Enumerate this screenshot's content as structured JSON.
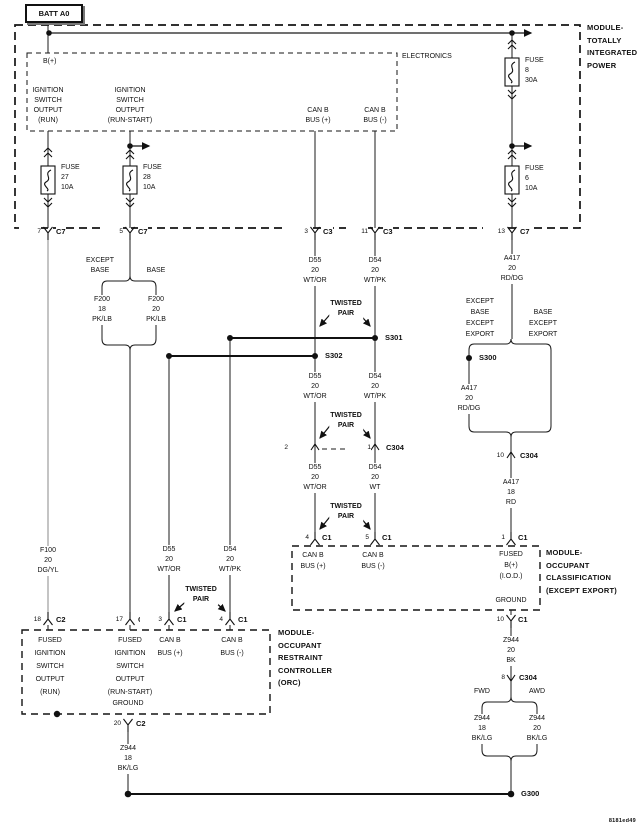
{
  "diagram": {
    "battery_label": "BATT A0",
    "id": "8181ed49"
  },
  "tipm": {
    "name": "MODULE-\nTOTALLY\nINTEGRATED\nPOWER",
    "electronics_label": "ELECTRONICS",
    "b_plus": "B(+)",
    "ignition_run": "IGNITION\nSWITCH\nOUTPUT\n(RUN)",
    "ignition_run_start": "IGNITION\nSWITCH\nOUTPUT\n(RUN-START)",
    "can_b_plus": "CAN B\nBUS (+)",
    "can_b_minus": "CAN B\nBUS (-)"
  },
  "fuses": {
    "f27": "FUSE\n27\n10A",
    "f28": "FUSE\n28\n10A",
    "f8": "FUSE\n8\n30A",
    "f6": "FUSE\n6\n10A"
  },
  "pins": {
    "tipm_run": {
      "num": "7",
      "name": "C7"
    },
    "tipm_run_start": {
      "num": "5",
      "name": "C7"
    },
    "tipm_canb_plus": {
      "num": "3",
      "name": "C3"
    },
    "tipm_canb_minus": {
      "num": "11",
      "name": "C3"
    },
    "tipm_fused_b": {
      "num": "13",
      "name": "C7"
    },
    "c304_canb_left": {
      "num": "2"
    },
    "c304_canb_right": {
      "num": "1",
      "name": "C304"
    },
    "c304_iod": {
      "num": "10",
      "name": "C304"
    },
    "c304_ground": {
      "num": "8",
      "name": "C304"
    },
    "cls_canb_plus": {
      "num": "4",
      "name": "C1"
    },
    "cls_canb_minus": {
      "num": "5",
      "name": "C1"
    },
    "cls_fused_b": {
      "num": "1",
      "name": "C1"
    },
    "cls_ground": {
      "num": "10",
      "name": "C1"
    },
    "orc_run": {
      "num": "18",
      "name": "C2"
    },
    "orc_run_start": {
      "num": "17",
      "name": "C2"
    },
    "orc_canb_plus": {
      "num": "3",
      "name": "C1"
    },
    "orc_canb_minus": {
      "num": "4",
      "name": "C1"
    },
    "orc_ground": {
      "num": "20",
      "name": "C2"
    }
  },
  "wires": {
    "f100": "F100\n20\nDG/YL",
    "f200_except_base": "F200\n18\nPK/LB",
    "f200_base": "F200\n20\nPK/LB",
    "d55": "D55\n20\nWT/OR",
    "d54": "D54\n20\nWT/PK",
    "d54_wt": "D54\n20\nWT",
    "a417_rddg": "A417\n20\nRD/DG",
    "a417_rd": "A417\n18\nRD",
    "z944_18_bklg": "Z944\n18\nBK/LG",
    "z944_20_bk": "Z944\n20\nBK",
    "z944_20_bklg": "Z944\n20\nBK/LG"
  },
  "splices": {
    "s300": "S300",
    "s301": "S301",
    "s302": "S302",
    "g300": "G300"
  },
  "notes": {
    "twisted_pair": "TWISTED\nPAIR"
  },
  "variants": {
    "except_base": "EXCEPT\nBASE",
    "base": "BASE",
    "except_base_except_export": "EXCEPT\nBASE\nEXCEPT\nEXPORT",
    "base_except_export": "BASE\nEXCEPT\nEXPORT",
    "fwd": "FWD",
    "awd": "AWD"
  },
  "orc": {
    "name": "MODULE-\nOCCUPANT\nRESTRAINT\nCONTROLLER\n(ORC)",
    "fused_run": "FUSED\nIGNITION\nSWITCH\nOUTPUT\n(RUN)",
    "fused_run_start": "FUSED\nIGNITION\nSWITCH\nOUTPUT\n(RUN-START)",
    "can_b_plus": "CAN B\nBUS (+)",
    "can_b_minus": "CAN B\nBUS (-)",
    "ground": "GROUND"
  },
  "cls": {
    "name": "MODULE-\nOCCUPANT\nCLASSIFICATION\n(EXCEPT EXPORT)",
    "can_b_plus": "CAN B\nBUS (+)",
    "can_b_minus": "CAN B\nBUS (-)",
    "fused_b": "FUSED\nB(+)\n(I.O.D.)",
    "ground": "GROUND"
  }
}
